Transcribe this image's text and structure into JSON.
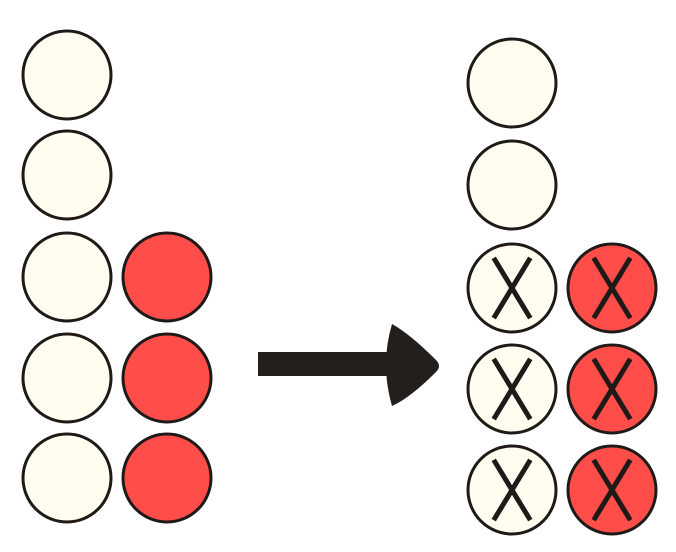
{
  "colors": {
    "light_counter": "#fffdf0",
    "red_counter": "#ff4d4a",
    "outline": "#1f1a17",
    "arrow": "#231f1c",
    "cross": "#1f1a17"
  },
  "icons": {
    "arrow": "right-arrow-icon",
    "cross": "x-mark-icon"
  },
  "before": {
    "light_column_count": 5,
    "red_column_count": 3
  },
  "after": {
    "light_column_count": 5,
    "red_column_count": 3,
    "crossed_pairs": 3
  }
}
